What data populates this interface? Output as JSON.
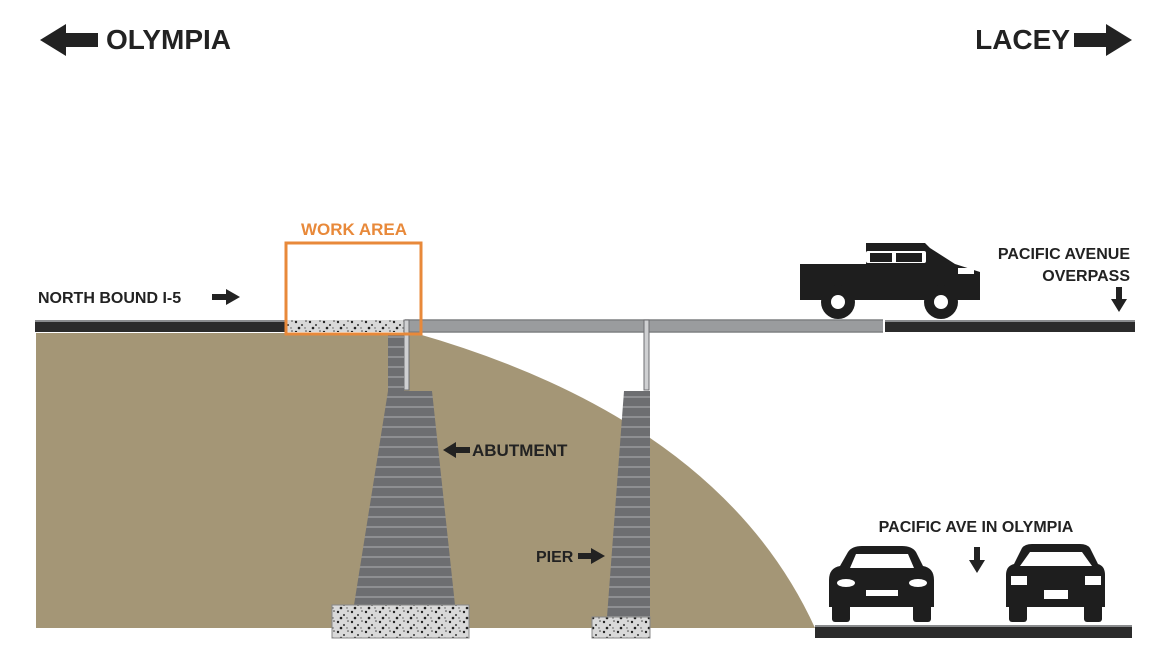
{
  "directions": {
    "left": "OLYMPIA",
    "right": "LACEY"
  },
  "labels": {
    "work_area": "WORK AREA",
    "north_bound": "NORTH BOUND I-5",
    "overpass_line1": "PACIFIC AVENUE",
    "overpass_line2": "OVERPASS",
    "abutment": "ABUTMENT",
    "pier": "PIER",
    "pacific_ave": "PACIFIC AVE IN OLYMPIA"
  },
  "colors": {
    "embankment": "#a49676",
    "road_dark": "#2b2b2b",
    "road_grey": "#9a9c9e",
    "road_edge": "#8a8c8e",
    "column": "#6d6e71",
    "column_stripe": "#8e8f92",
    "work_area": "#e8893a",
    "text": "#222222",
    "vehicle": "#1e1e1e"
  },
  "icons": {
    "left_arrow": "arrow-left-icon",
    "right_arrow": "arrow-right-icon",
    "truck": "pickup-truck-icon",
    "car_front": "car-front-icon",
    "car_rear": "car-rear-icon"
  }
}
